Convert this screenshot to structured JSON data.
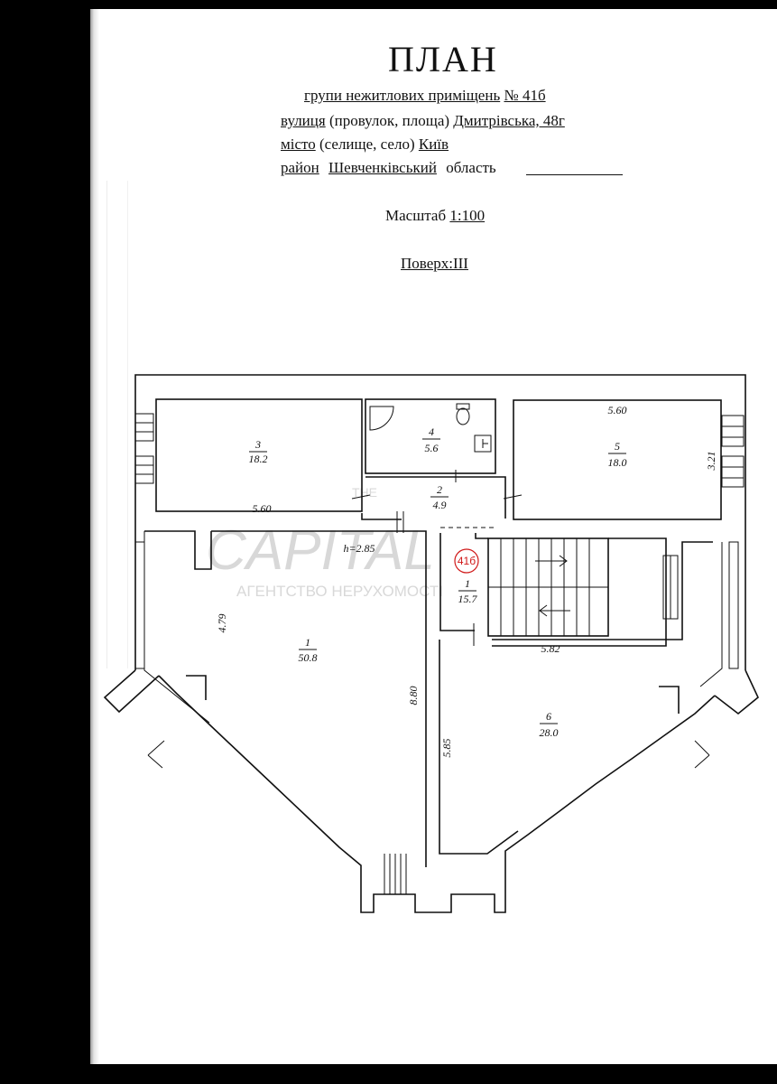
{
  "header": {
    "title": "ПЛАН",
    "line1_prefix": "групи нежитлових приміщень",
    "line1_value": "№ 41б",
    "line2_prefix": "вулиця",
    "line2_middle": "(провулок, площа)",
    "line2_value": "Дмитрівська, 48г",
    "line3_prefix": "місто",
    "line3_middle": "(селище, село)",
    "line3_value": "Київ",
    "line4_prefix": "район",
    "line4_value": "Шевченківський",
    "line4_suffix": "область",
    "scale_label": "Масштаб",
    "scale_value": "1:100",
    "floor_label": "Поверх:ІІІ"
  },
  "plan": {
    "rooms": [
      {
        "num": "1",
        "area": "50.8"
      },
      {
        "num": "1",
        "area": "15.7"
      },
      {
        "num": "2",
        "area": "4.9"
      },
      {
        "num": "3",
        "area": "18.2"
      },
      {
        "num": "4",
        "area": "5.6"
      },
      {
        "num": "5",
        "area": "18.0"
      },
      {
        "num": "6",
        "area": "28.0"
      }
    ],
    "dimensions": {
      "d560_left": "5.60",
      "d560_right": "5.60",
      "d321": "3.21",
      "d479": "4.79",
      "d880": "8.80",
      "d582": "5.82",
      "d585": "5.85",
      "height": "h=2.85"
    },
    "unit_mark": "41б",
    "mark_color": "#d01818"
  },
  "watermark": {
    "line1": "THE",
    "line2": "CAPITAL",
    "line3": "АГЕНТСТВО НЕРУХОМОСТІ"
  }
}
